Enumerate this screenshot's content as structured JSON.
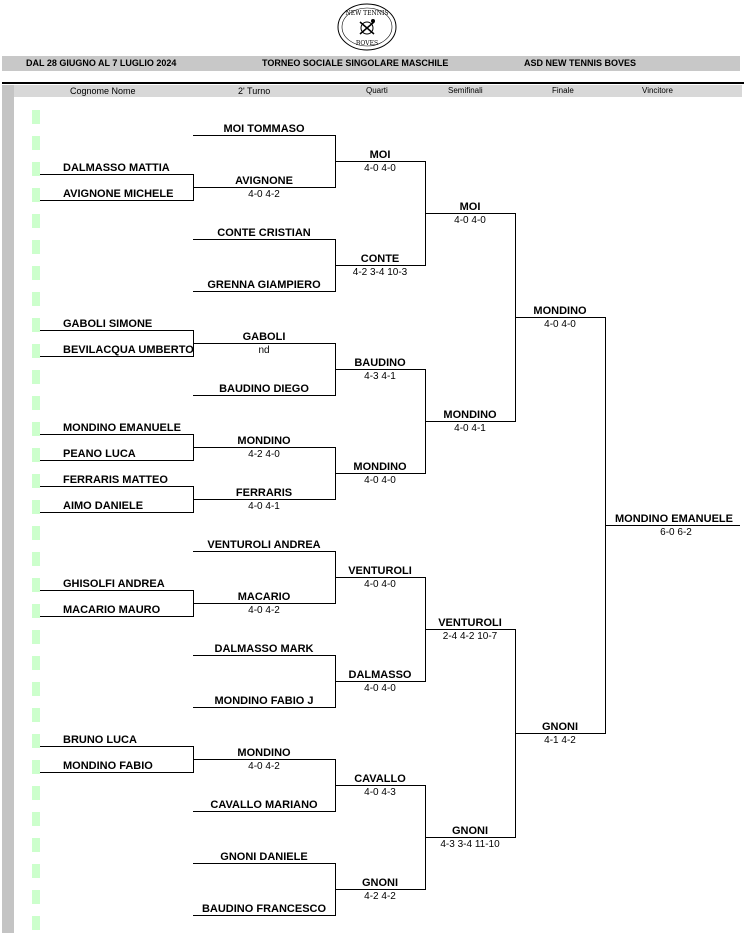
{
  "header": {
    "logo_text": [
      "NEW TENNIS",
      "BOVES"
    ],
    "dates": "DAL 28 GIUGNO AL 7 LUGLIO 2024",
    "title": "TORNEO SOCIALE SINGOLARE MASCHILE",
    "club": "ASD NEW TENNIS BOVES"
  },
  "columns": {
    "name": "Cognome  Nome",
    "r2": "2' Turno",
    "qf": "Quarti",
    "sf": "Semifinali",
    "final": "Finale",
    "winner": "Vincitore"
  },
  "round1": [
    {
      "name": "DALMASSO MATTIA"
    },
    {
      "name": "AVIGNONE MICHELE"
    },
    {
      "name": "GABOLI SIMONE"
    },
    {
      "name": "BEVILACQUA UMBERTO"
    },
    {
      "name": "MONDINO EMANUELE"
    },
    {
      "name": "PEANO LUCA"
    },
    {
      "name": "FERRARIS MATTEO"
    },
    {
      "name": "AIMO DANIELE"
    },
    {
      "name": "GHISOLFI ANDREA"
    },
    {
      "name": "MACARIO MAURO"
    },
    {
      "name": "BRUNO LUCA"
    },
    {
      "name": "MONDINO FABIO"
    }
  ],
  "round2": [
    {
      "name": "MOI TOMMASO",
      "score": ""
    },
    {
      "name": "AVIGNONE",
      "score": "4-0  4-2"
    },
    {
      "name": "CONTE CRISTIAN",
      "score": ""
    },
    {
      "name": "GRENNA GIAMPIERO",
      "score": ""
    },
    {
      "name": "GABOLI",
      "score": "nd"
    },
    {
      "name": "BAUDINO DIEGO",
      "score": ""
    },
    {
      "name": "MONDINO",
      "score": "4-2  4-0"
    },
    {
      "name": "FERRARIS",
      "score": "4-0  4-1"
    },
    {
      "name": "VENTUROLI ANDREA",
      "score": ""
    },
    {
      "name": "MACARIO",
      "score": "4-0  4-2"
    },
    {
      "name": "DALMASSO MARK",
      "score": ""
    },
    {
      "name": "MONDINO FABIO J",
      "score": ""
    },
    {
      "name": "MONDINO",
      "score": "4-0  4-2"
    },
    {
      "name": "CAVALLO MARIANO",
      "score": ""
    },
    {
      "name": "GNONI DANIELE",
      "score": ""
    },
    {
      "name": "BAUDINO FRANCESCO",
      "score": ""
    }
  ],
  "quarters": [
    {
      "name": "MOI",
      "score": "4-0  4-0"
    },
    {
      "name": "CONTE",
      "score": "4-2  3-4  10-3"
    },
    {
      "name": "BAUDINO",
      "score": "4-3  4-1"
    },
    {
      "name": "MONDINO",
      "score": "4-0  4-0"
    },
    {
      "name": "VENTUROLI",
      "score": "4-0  4-0"
    },
    {
      "name": "DALMASSO",
      "score": "4-0  4-0"
    },
    {
      "name": "CAVALLO",
      "score": "4-0  4-3"
    },
    {
      "name": "GNONI",
      "score": "4-2  4-2"
    }
  ],
  "semis": [
    {
      "name": "MOI",
      "score": "4-0  4-0"
    },
    {
      "name": "MONDINO",
      "score": "4-0  4-1"
    },
    {
      "name": "VENTUROLI",
      "score": "2-4  4-2  10-7"
    },
    {
      "name": "GNONI",
      "score": "4-3  3-4  11-10"
    }
  ],
  "finals": [
    {
      "name": "MONDINO",
      "score": "4-0  4-0"
    },
    {
      "name": "GNONI",
      "score": "4-1  4-2"
    }
  ],
  "winner": {
    "name": "MONDINO EMANUELE",
    "score": "6-0  6-2"
  }
}
